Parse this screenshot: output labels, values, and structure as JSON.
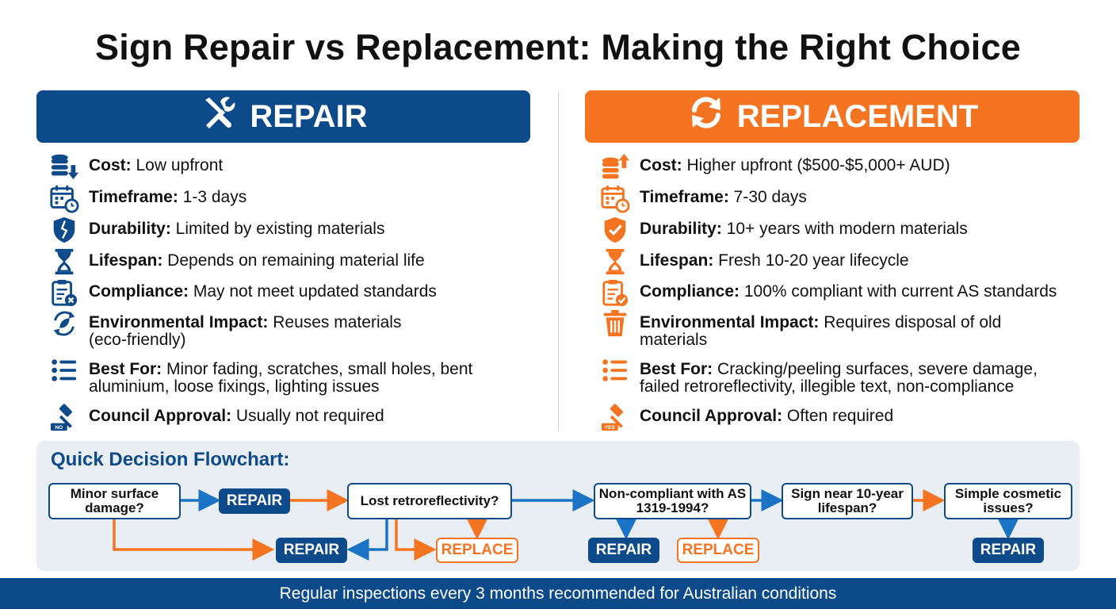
{
  "title": "Sign Repair vs Replacement: Making the Right Choice",
  "colors": {
    "repair": "#0d4a8a",
    "replace": "#f47421"
  },
  "repair": {
    "header": "REPAIR",
    "header_icon": "wrench-screwdriver-icon",
    "items": [
      {
        "icon": "coins-down-icon",
        "label": "Cost:",
        "text": " Low upfront"
      },
      {
        "icon": "calendar-clock-icon",
        "label": "Timeframe:",
        "text": " 1-3 days"
      },
      {
        "icon": "cracked-shield-icon",
        "label": "Durability:",
        "text": " Limited by existing materials"
      },
      {
        "icon": "hourglass-icon",
        "label": "Lifespan:",
        "text": " Depends on remaining material life"
      },
      {
        "icon": "clipboard-x-icon",
        "label": "Compliance:",
        "text": " May not meet updated standards"
      },
      {
        "icon": "recycle-leaf-icon",
        "label": "Environmental Impact:",
        "text": " Reuses materials (eco-friendly)"
      },
      {
        "icon": "list-icon",
        "label": "Best For:",
        "text": " Minor fading, scratches, small holes, bent aluminium, loose fixings, lighting issues"
      },
      {
        "icon": "gavel-no-icon",
        "badge": "NO",
        "label": "Council Approval:",
        "text": " Usually not required"
      }
    ]
  },
  "replacement": {
    "header": "REPLACEMENT",
    "header_icon": "refresh-icon",
    "items": [
      {
        "icon": "coins-up-icon",
        "label": "Cost:",
        "text": " Higher upfront ($500-$5,000+ AUD)"
      },
      {
        "icon": "calendar-clock-icon",
        "label": "Timeframe:",
        "text": " 7-30 days"
      },
      {
        "icon": "shield-check-icon",
        "label": "Durability:",
        "text": " 10+ years with modern materials"
      },
      {
        "icon": "hourglass-icon",
        "label": "Lifespan:",
        "text": " Fresh 10-20 year lifecycle"
      },
      {
        "icon": "clipboard-check-icon",
        "label": "Compliance:",
        "text": " 100% compliant with current AS standards"
      },
      {
        "icon": "trash-bin-icon",
        "label": "Environmental Impact:",
        "text": " Requires disposal of old materials"
      },
      {
        "icon": "list-icon",
        "label": "Best For:",
        "text": " Cracking/peeling surfaces, severe damage, failed retroreflectivity, illegible text, non-compliance"
      },
      {
        "icon": "gavel-yes-icon",
        "badge": "YES",
        "label": "Council Approval:",
        "text": " Often required"
      }
    ]
  },
  "flowchart": {
    "title": "Quick Decision Flowchart:",
    "questions": [
      "Minor surface damage?",
      "Lost retroreflectivity?",
      "Non-compliant with AS 1319-1994?",
      "Sign near 10-year lifespan?",
      "Simple cosmetic issues?"
    ],
    "outcomes": [
      "REPAIR",
      "REPAIR",
      "REPLACE",
      "REPAIR",
      "REPLACE",
      "REPAIR"
    ]
  },
  "footer": "Regular inspections every 3 months recommended for Australian conditions"
}
